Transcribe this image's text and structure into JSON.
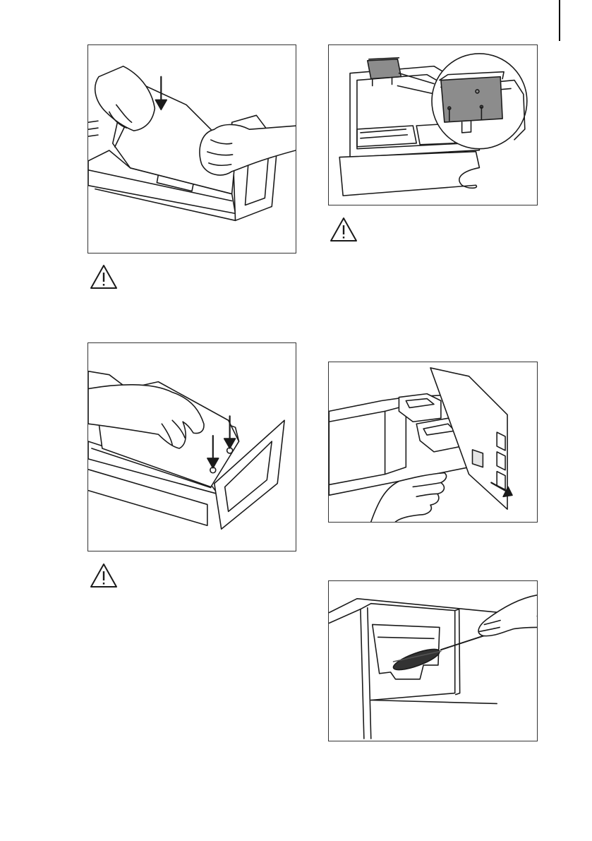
{
  "page": {
    "background": "#ffffff",
    "line_color": "#1a1a1a",
    "part_grey": "#8c8c8c"
  },
  "illustrations": [
    {
      "id": "fig-insert-flap",
      "icon": "hand-inserting-flap-illustration"
    },
    {
      "id": "fig-press-flap",
      "icon": "hand-pressing-flap-illustration"
    },
    {
      "id": "fig-dispenser-parts",
      "icon": "dispenser-siphon-detail-illustration"
    },
    {
      "id": "fig-remove-flap",
      "icon": "hand-removing-flap-illustration"
    },
    {
      "id": "fig-brush-recess",
      "icon": "brush-cleaning-recess-illustration"
    }
  ],
  "warnings": [
    {
      "id": "warning-1",
      "icon": "warning-triangle-icon"
    },
    {
      "id": "warning-2",
      "icon": "warning-triangle-icon"
    },
    {
      "id": "warning-3",
      "icon": "warning-triangle-icon"
    }
  ]
}
